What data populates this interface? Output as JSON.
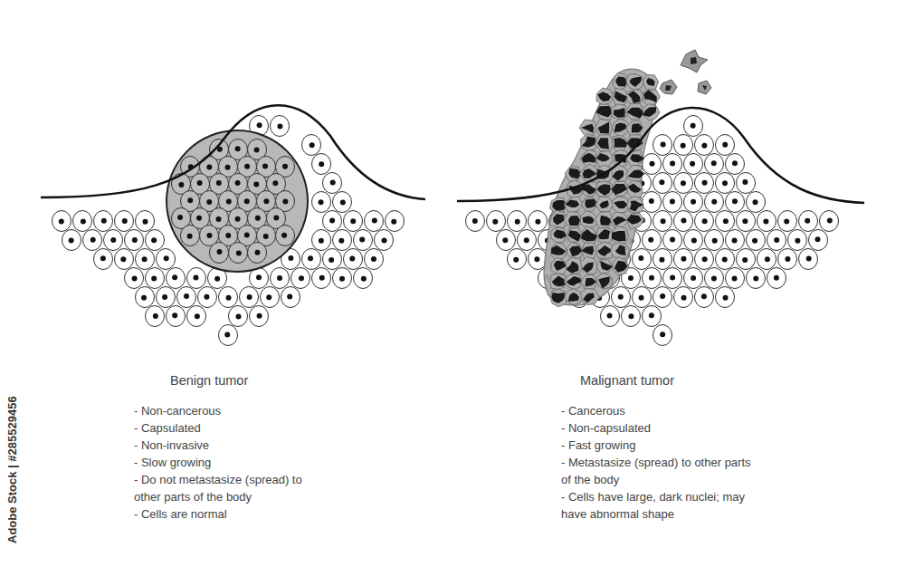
{
  "diagram": {
    "labels": [
      "Benign tumor",
      "- Non-cancerous",
      "- Capsulated",
      "- Non-invasive",
      "- Slow growing",
      "- Do not metastasize (spread) to other parts of the body",
      "- Cells are normal",
      "Malignant tumor",
      "- Cancerous",
      "- Non-capsulated",
      "- Fast growing",
      "- Metastasize (spread) to other parts of the body",
      "- Cells have large, dark nuclei; may have abnormal shape",
      "Adobe Stock | #285529456"
    ]
  }
}
